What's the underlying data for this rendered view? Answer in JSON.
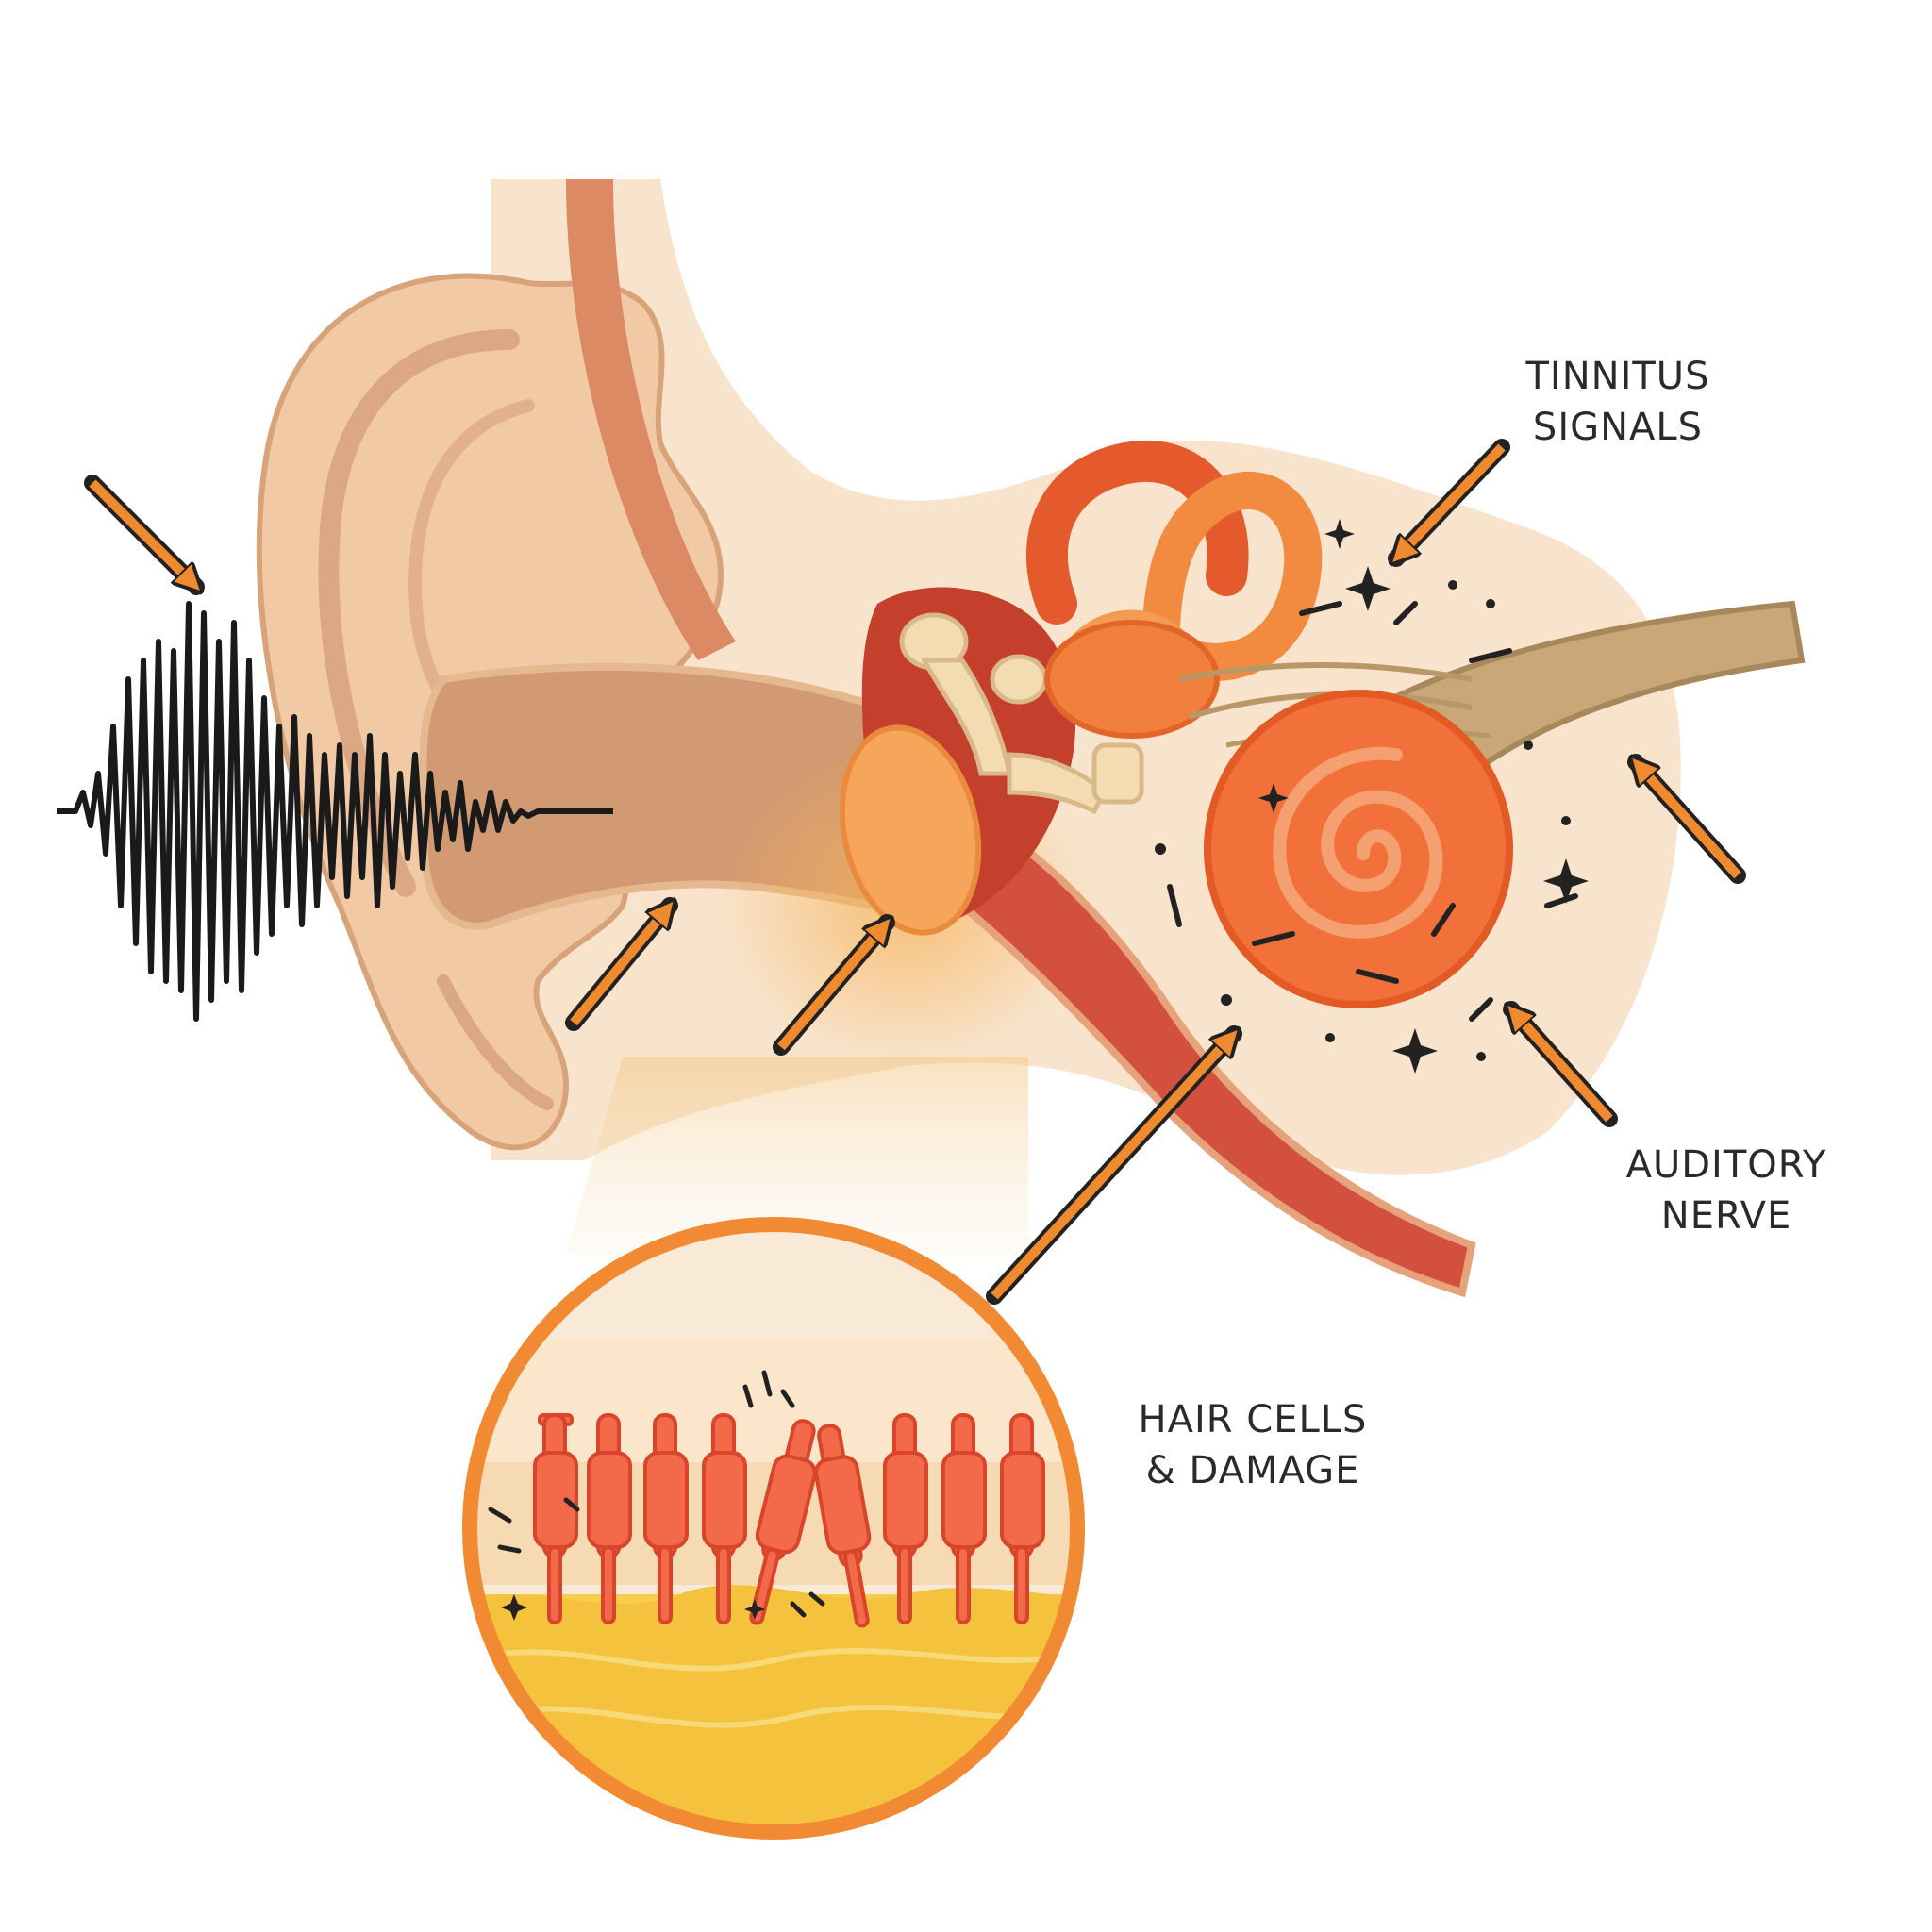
{
  "labels": {
    "tinnitus_signals": "TINNITUS\nSIGNALS",
    "auditory_nerve": "AUDITORY\nNERVE",
    "hair_cells": "HAIR CELLS\n& DAMAGE"
  },
  "colors": {
    "background": "#ffffff",
    "skin_light": "#f6dcc0",
    "skin": "#efc29c",
    "canal": "#d39a72",
    "cochlea": "#f2703a",
    "vessel": "#d4503e",
    "nerve": "#c9a778",
    "arrow": "#f08a2e",
    "outline": "#222222",
    "inset_fluid": "#f7cd4e"
  },
  "icons": [
    "sound-wave-icon",
    "arrow-icon",
    "sparkle-icon",
    "spiral-icon"
  ]
}
